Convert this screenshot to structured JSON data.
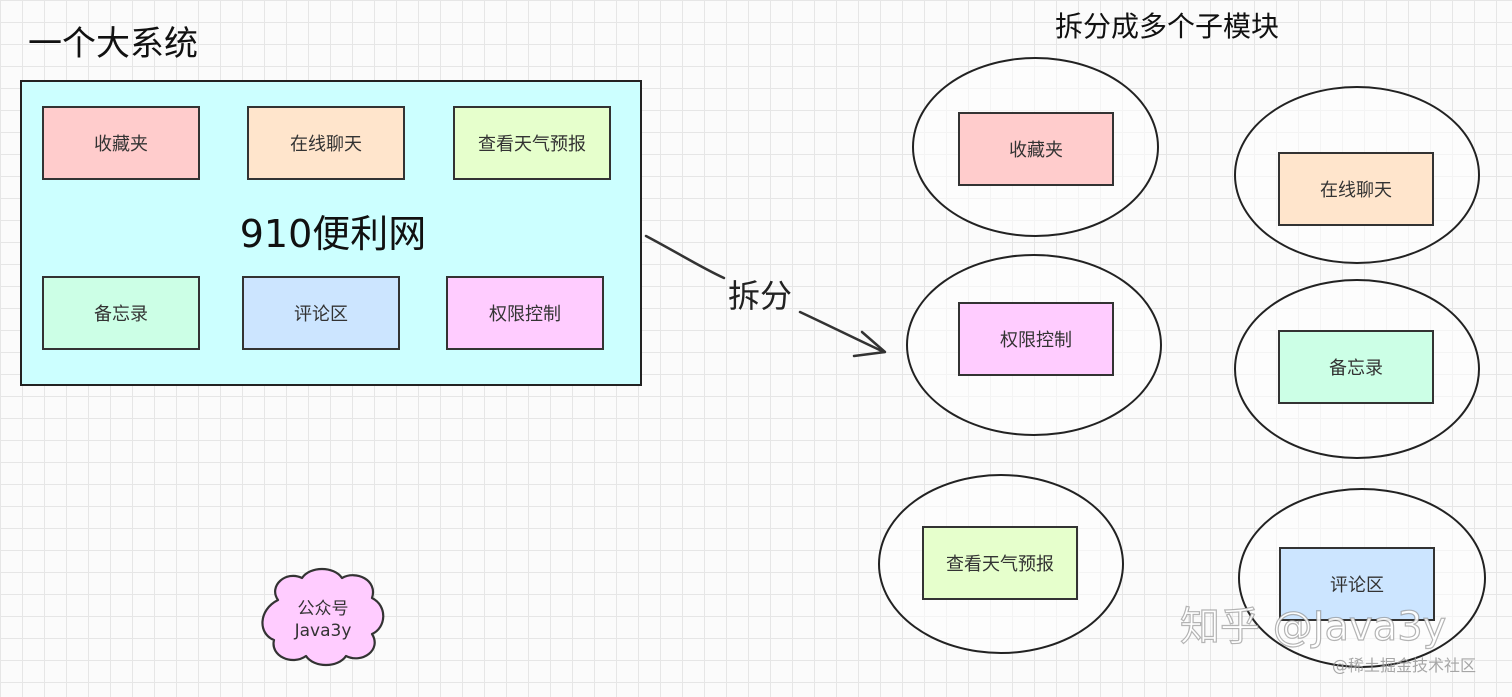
{
  "title_left": "一个大系统",
  "title_right": "拆分成多个子模块",
  "system": {
    "name": "910便利网",
    "modules": [
      "收藏夹",
      "在线聊天",
      "查看天气预报",
      "备忘录",
      "评论区",
      "权限控制"
    ]
  },
  "arrow_label": "拆分",
  "submodules": [
    "收藏夹",
    "在线聊天",
    "权限控制",
    "备忘录",
    "查看天气预报",
    "评论区"
  ],
  "cloud": {
    "line1": "公众号",
    "line2": "Java3y"
  },
  "watermark": {
    "zhihu": "知乎 @Java3y",
    "juejin": "@稀土掘金技术社区"
  }
}
